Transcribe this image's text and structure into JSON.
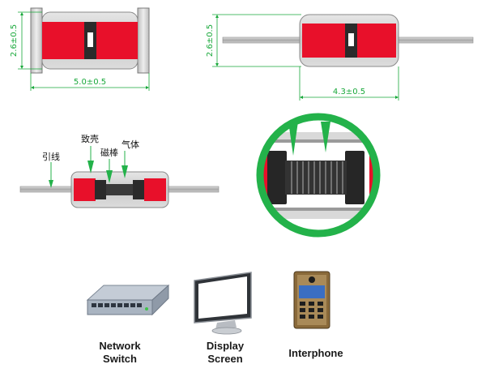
{
  "top_left": {
    "width_label": "5.0±0.5",
    "height_label": "2.6±0.5"
  },
  "top_right": {
    "width_label": "4.3±0.5",
    "height_label": "2.6±0.5"
  },
  "callouts": {
    "lead": "引线",
    "shell": "致壳",
    "magnet_rod": "磁棒",
    "gas": "气体"
  },
  "applications": [
    {
      "line1": "Network",
      "line2": "Switch",
      "icon": "network-switch-icon"
    },
    {
      "line1": "Display",
      "line2": "Screen",
      "icon": "monitor-icon"
    },
    {
      "line1": "Interphone",
      "line2": "",
      "icon": "interphone-icon"
    }
  ],
  "colors": {
    "red": "#e8102a",
    "dark": "#2b2b2b",
    "gray_body": "#cfcfcf",
    "green_dim": "#18a83a",
    "green_ring": "#23b24a"
  }
}
